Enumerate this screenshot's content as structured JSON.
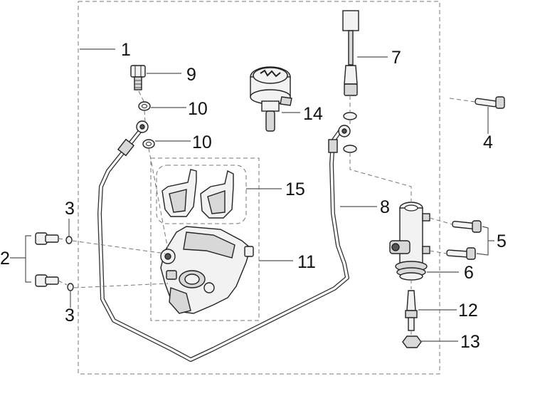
{
  "labels": {
    "n1": "1",
    "n2": "2",
    "n3a": "3",
    "n3b": "3",
    "n4": "4",
    "n5": "5",
    "n6": "6",
    "n7": "7",
    "n8": "8",
    "n9": "9",
    "n10a": "10",
    "n10b": "10",
    "n11": "11",
    "n12": "12",
    "n13": "13",
    "n14": "14",
    "n15": "15"
  }
}
